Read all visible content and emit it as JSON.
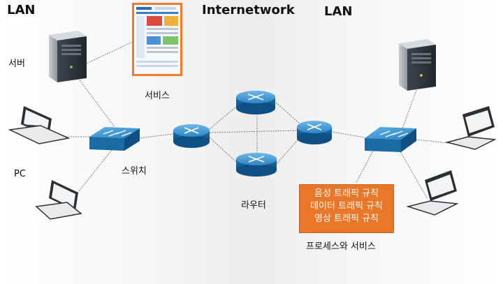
{
  "labels": {
    "lan_left": "LAN",
    "lan_right": "LAN",
    "internetwork": "Internetwork",
    "server": "서버",
    "service": "서비스",
    "pc": "PC",
    "switch": "스위치",
    "router": "라우터",
    "process_service": "프로세스와 서비스"
  },
  "rules": [
    "음성 트래픽 규칙",
    "데이터 트래픽 규칙",
    "영상 트래픽 규칙"
  ],
  "colors": {
    "device_blue": "#1d6fa8",
    "rule_box": "#e8772a",
    "web_frame": "#ee7a2b"
  },
  "icons": [
    "server-icon",
    "laptop-icon",
    "switch-icon",
    "router-icon",
    "webpage-thumbnail"
  ]
}
